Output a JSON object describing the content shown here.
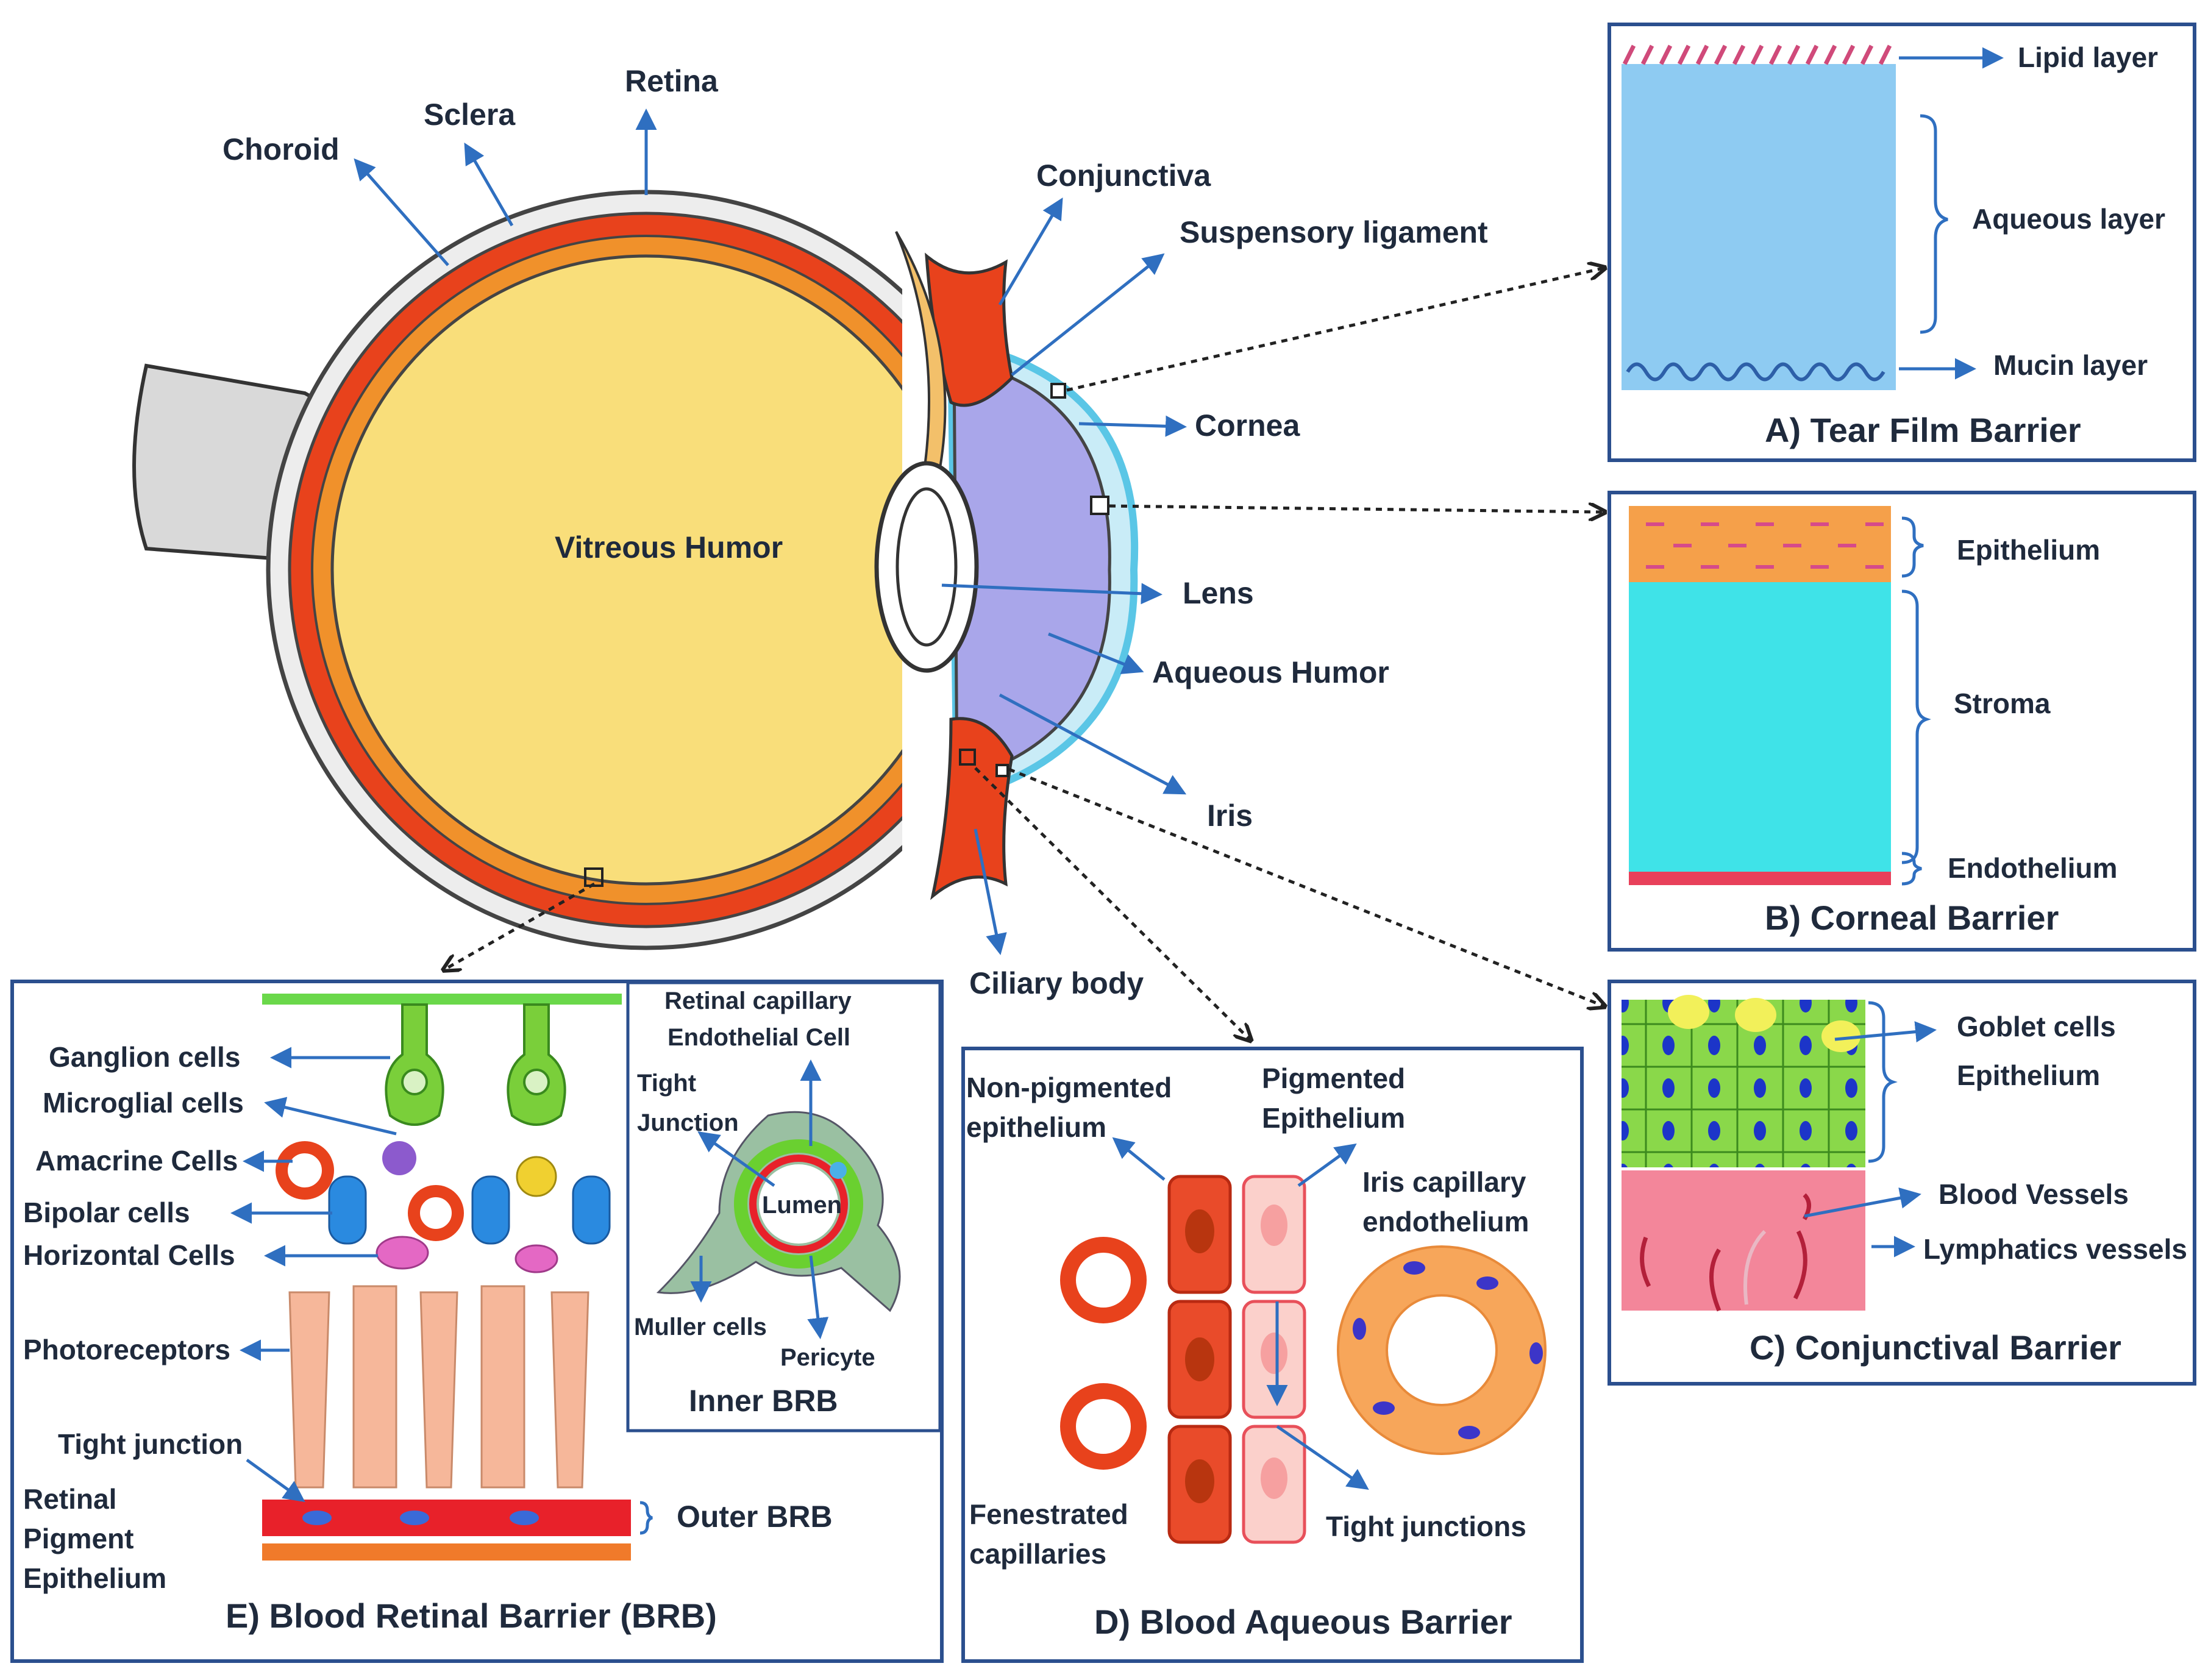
{
  "eye": {
    "choroid": "Choroid",
    "sclera": "Sclera",
    "retina": "Retina",
    "conjunctiva": "Conjunctiva",
    "suspensory_ligament": "Suspensory ligament",
    "cornea": "Cornea",
    "vitreous_humor": "Vitreous Humor",
    "lens": "Lens",
    "aqueous_humor": "Aqueous Humor",
    "iris": "Iris",
    "ciliary_body": "Ciliary body"
  },
  "tear_film": {
    "title": "A) Tear Film Barrier",
    "lipid": "Lipid layer",
    "aqueous": "Aqueous layer",
    "mucin": "Mucin layer"
  },
  "corneal": {
    "title": "B) Corneal Barrier",
    "epithelium": "Epithelium",
    "stroma": "Stroma",
    "endothelium": "Endothelium"
  },
  "conjunctival": {
    "title": "C) Conjunctival Barrier",
    "goblet": "Goblet cells",
    "epithelium": "Epithelium",
    "blood_vessels": "Blood Vessels",
    "lymphatics": "Lymphatics vessels"
  },
  "aqueous_barrier": {
    "title": "D) Blood Aqueous Barrier",
    "non_pigmented_1": "Non-pigmented",
    "non_pigmented_2": "epithelium",
    "pigmented_1": "Pigmented",
    "pigmented_2": "Epithelium",
    "iris_cap_1": "Iris capillary",
    "iris_cap_2": "endothelium",
    "fenestrated_1": "Fenestrated",
    "fenestrated_2": "capillaries",
    "tight_junctions": "Tight junctions"
  },
  "retinal_barrier": {
    "title": "E) Blood Retinal Barrier (BRB)",
    "ganglion": "Ganglion cells",
    "microglial": "Microglial cells",
    "amacrine": "Amacrine Cells",
    "bipolar": "Bipolar cells",
    "horizontal": "Horizontal Cells",
    "photoreceptors": "Photoreceptors",
    "tight_junction": "Tight junction",
    "rpe_1": "Retinal",
    "rpe_2": "Pigment",
    "rpe_3": "Epithelium",
    "outer_brb": "Outer BRB"
  },
  "inner_brb": {
    "title": "Inner BRB",
    "cap_1": "Retinal capillary",
    "cap_2": "Endothelial Cell",
    "tight_1": "Tight",
    "tight_2": "Junction",
    "lumen": "Lumen",
    "muller": "Muller cells",
    "pericyte": "Pericyte"
  },
  "colors": {
    "arrow": "#2f6fc0",
    "box_border": "#2b4f8e",
    "vitreous": "#f9de7a",
    "red_layer": "#e8421c",
    "orange_layer": "#f0912b"
  }
}
